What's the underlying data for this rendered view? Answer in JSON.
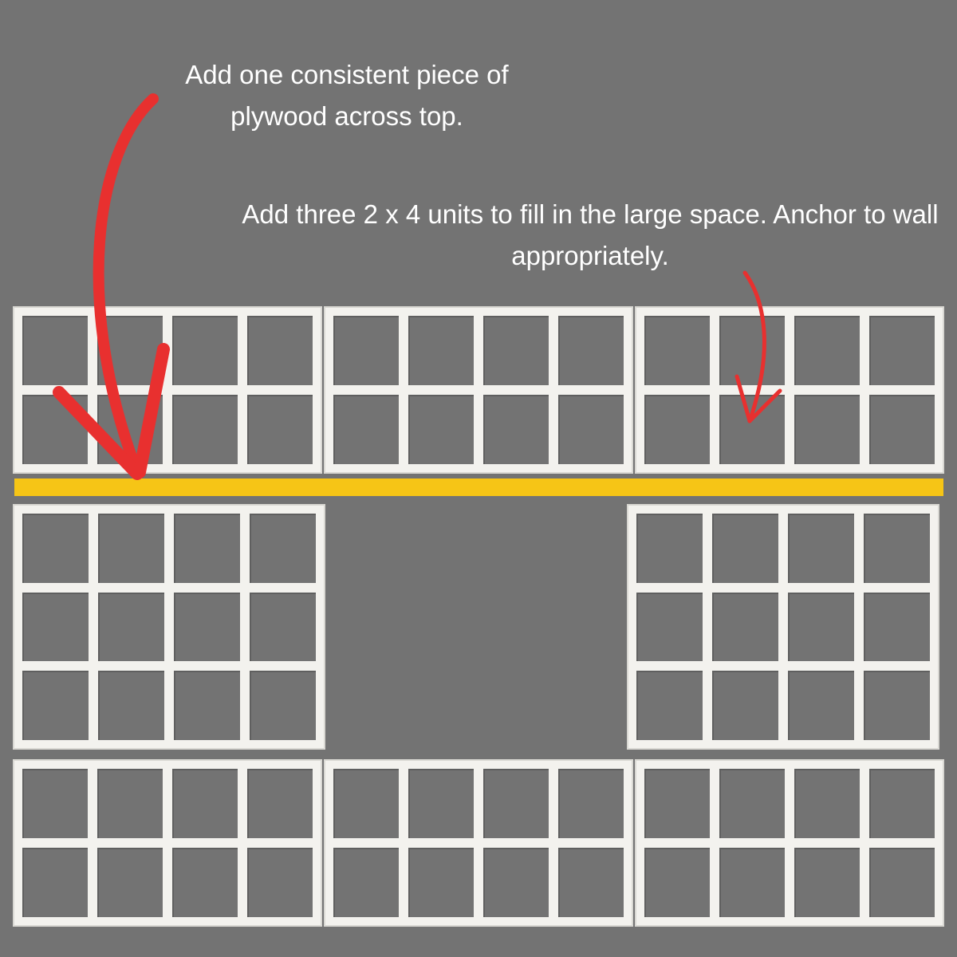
{
  "notes": {
    "plywood": "Add one consistent piece of plywood across top.",
    "units": "Add three 2 x 4 units to fill in the large space. Anchor to wall appropriately."
  },
  "colors": {
    "background": "#737373",
    "shelf": "#f3f2ee",
    "plywood": "#f6c516",
    "arrow": "#e8302f",
    "text": "#ffffff"
  },
  "shelf_units": {
    "top_row": [
      {
        "cols": 4,
        "rows": 2
      },
      {
        "cols": 4,
        "rows": 2
      },
      {
        "cols": 4,
        "rows": 2
      }
    ],
    "middle_row": [
      {
        "cols": 4,
        "rows": 3
      },
      {
        "cols": 4,
        "rows": 3
      }
    ],
    "bottom_row": [
      {
        "cols": 4,
        "rows": 2
      },
      {
        "cols": 4,
        "rows": 2
      },
      {
        "cols": 4,
        "rows": 2
      }
    ]
  }
}
